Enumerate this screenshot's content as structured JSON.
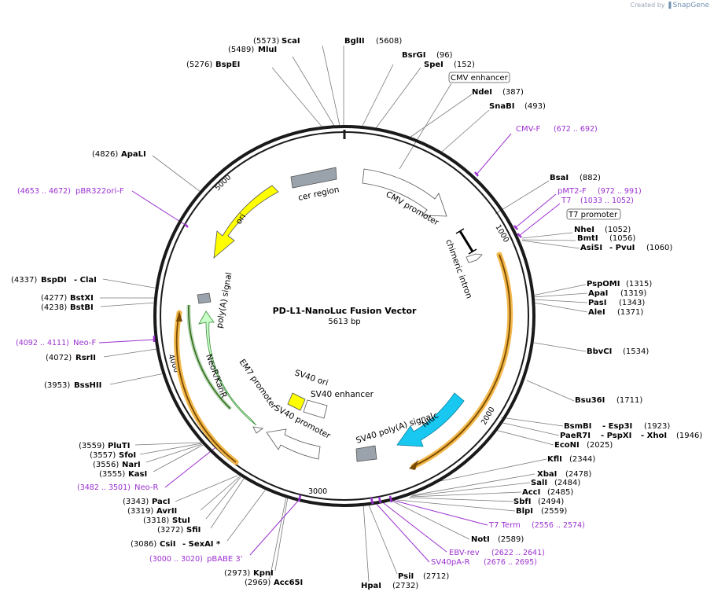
{
  "credit": {
    "prefix": "Created by",
    "brand": "SnapGene"
  },
  "map": {
    "name": "PD-L1-NanoLuc Fusion Vector",
    "length": "5613 bp"
  },
  "ticks": [
    "1000",
    "2000",
    "3000",
    "4000",
    "5000"
  ],
  "features": {
    "cer_region": "cer region",
    "cmv_promoter": "CMV promoter",
    "chimeric_intron": "chimeric intron",
    "ori": "ori",
    "polya": "poly(A) signal",
    "neo": "NeoR/KanR",
    "em7": "EM7 promoter",
    "sv40_ori": "SV40 ori",
    "sv40_enh": "SV40 enhancer",
    "sv40_prom": "SV40 promoter",
    "sv40_polya": "SV40 poly(A) signal",
    "nluc": "Nluc",
    "cmv_enh_box": "CMV enhancer",
    "t7_prom_box": "T7 promoter"
  },
  "sites": {
    "bglII": {
      "name": "BglII",
      "pos": "(5608)"
    },
    "scaI": {
      "name": "ScaI",
      "pos": "(5573)"
    },
    "mluI": {
      "name": "MluI",
      "pos": "(5489)"
    },
    "bspEI": {
      "name": "BspEI",
      "pos": "(5276)"
    },
    "bsrGI": {
      "name": "BsrGI",
      "pos": "(96)"
    },
    "speI": {
      "name": "SpeI",
      "pos": "(152)"
    },
    "ndeI": {
      "name": "NdeI",
      "pos": "(387)"
    },
    "snaBI": {
      "name": "SnaBI",
      "pos": "(493)"
    },
    "bsaI": {
      "name": "BsaI",
      "pos": "(882)"
    },
    "nheI": {
      "name": "NheI",
      "pos": "(1052)"
    },
    "bmtI": {
      "name": "BmtI",
      "pos": "(1056)"
    },
    "asiSI": {
      "name": "AsiSI",
      "pvu": "- PvuI",
      "pos": "(1060)"
    },
    "pspOMI": {
      "name": "PspOMI",
      "pos": "(1315)"
    },
    "apaI": {
      "name": "ApaI",
      "pos": "(1319)"
    },
    "pasI": {
      "name": "PasI",
      "pos": "(1343)"
    },
    "aleI": {
      "name": "AleI",
      "pos": "(1371)"
    },
    "bbvCI": {
      "name": "BbvCI",
      "pos": "(1534)"
    },
    "bsu36I": {
      "name": "Bsu36I",
      "pos": "(1711)"
    },
    "bsmBI": {
      "name": "BsmBI",
      "esp": "- Esp3I",
      "pos": "(1923)"
    },
    "paeR7I": {
      "name": "PaeR7I",
      "psp": "- PspXI",
      "xho": "- XhoI",
      "pos": "(1946)"
    },
    "ecoNI": {
      "name": "EcoNI",
      "pos": "(2025)"
    },
    "kflI": {
      "name": "KflI",
      "pos": "(2344)"
    },
    "xbaI": {
      "name": "XbaI",
      "pos": "(2478)"
    },
    "salI": {
      "name": "SalI",
      "pos": "(2484)"
    },
    "accI": {
      "name": "AccI",
      "pos": "(2485)"
    },
    "sbfI": {
      "name": "SbfI",
      "pos": "(2494)"
    },
    "blpI": {
      "name": "BlpI",
      "pos": "(2559)"
    },
    "notI": {
      "name": "NotI",
      "pos": "(2589)"
    },
    "psiI": {
      "name": "PsiI",
      "pos": "(2712)"
    },
    "hpaI": {
      "name": "HpaI",
      "pos": "(2732)"
    },
    "kpnI": {
      "name": "KpnI",
      "pos": "(2973)"
    },
    "acc65I": {
      "name": "Acc65I",
      "pos": "(2969)"
    },
    "csiI": {
      "name": "CsiI",
      "sex": "- SexAI *",
      "pos": "(3086)"
    },
    "sfiI": {
      "name": "SfiI",
      "pos": "(3272)"
    },
    "stuI": {
      "name": "StuI",
      "pos": "(3318)"
    },
    "avrII": {
      "name": "AvrII",
      "pos": "(3319)"
    },
    "pacI": {
      "name": "PacI",
      "pos": "(3343)"
    },
    "kasI": {
      "name": "KasI",
      "pos": "(3555)"
    },
    "narI": {
      "name": "NarI",
      "pos": "(3556)"
    },
    "sfoI": {
      "name": "SfoI",
      "pos": "(3557)"
    },
    "pluTI": {
      "name": "PluTI",
      "pos": "(3559)"
    },
    "bssHII": {
      "name": "BssHII",
      "pos": "(3953)"
    },
    "rsrII": {
      "name": "RsrII",
      "pos": "(4072)"
    },
    "bstBI": {
      "name": "BstBI",
      "pos": "(4238)"
    },
    "bstXI": {
      "name": "BstXI",
      "pos": "(4277)"
    },
    "bspDI": {
      "name": "BspDI",
      "cla": "- ClaI",
      "pos": "(4337)"
    },
    "apaLI": {
      "name": "ApaLI",
      "pos": "(4826)"
    }
  },
  "primers": {
    "cmvF": {
      "name": "CMV-F",
      "range": "(672 .. 692)"
    },
    "pmt2F": {
      "name": "pMT2-F",
      "range": "(972 .. 991)"
    },
    "t7": {
      "name": "T7",
      "range": "(1033 .. 1052)"
    },
    "t7term": {
      "name": "T7 Term",
      "range": "(2556 .. 2574)"
    },
    "ebvRev": {
      "name": "EBV-rev",
      "range": "(2622 .. 2641)"
    },
    "sv40paR": {
      "name": "SV40pA-R",
      "range": "(2676 .. 2695)"
    },
    "pbabe3": {
      "name": "pBABE 3'",
      "range": "(3000 .. 3020)"
    },
    "neoR": {
      "name": "Neo-R",
      "range": "(3482 .. 3501)"
    },
    "neoF": {
      "name": "Neo-F",
      "range": "(4092 .. 4111)"
    },
    "pbr322": {
      "name": "pBR322ori-F",
      "range": "(4653 .. 4672)"
    }
  },
  "colors": {
    "backbone": "#1a1a1a",
    "primer": "#9b30d0",
    "ori": "#ffff00",
    "neo": "#c8ffc8",
    "nluc": "#19c8f0",
    "cer": "#9aa3ab",
    "orf": "#f2b84b",
    "orf_inner": "#7a4a00"
  }
}
